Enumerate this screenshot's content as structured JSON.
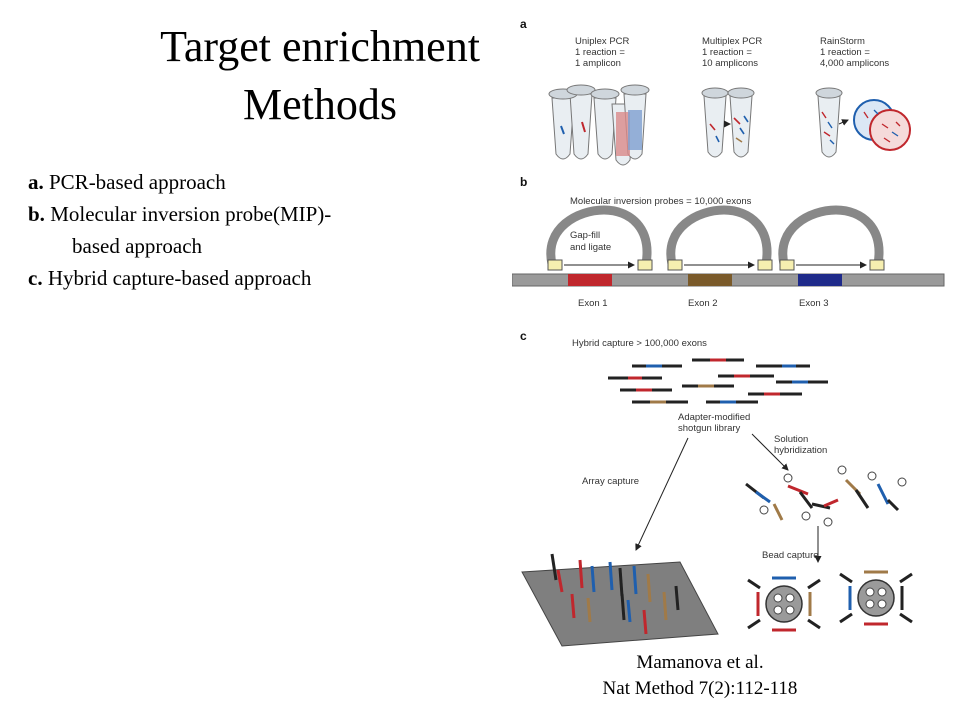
{
  "title": {
    "line1": "Target enrichment",
    "line2": "Methods"
  },
  "methods": [
    {
      "letter": "a.",
      "text": " PCR-based approach"
    },
    {
      "letter": "b.",
      "text": " Molecular inversion probe(MIP)-",
      "cont": "based approach"
    },
    {
      "letter": "c.",
      "text": "  Hybrid capture-based approach"
    }
  ],
  "citation": {
    "line1": "Mamanova et al.",
    "line2": "Nat Method 7(2):112-118"
  },
  "figure": {
    "panel_a": {
      "letter": "a",
      "uniplex": [
        "Uniplex PCR",
        "1 reaction =",
        "1 amplicon"
      ],
      "multiplex": [
        "Multiplex PCR",
        "1 reaction =",
        "10 amplicons"
      ],
      "rainstorm": [
        "RainStorm",
        "1 reaction =",
        "4,000 amplicons"
      ]
    },
    "panel_b": {
      "letter": "b",
      "title": "Molecular inversion probes = 10,000 exons",
      "gapfill": [
        "Gap-fill",
        "and ligate"
      ],
      "exons": [
        "Exon 1",
        "Exon 2",
        "Exon 3"
      ]
    },
    "panel_c": {
      "letter": "c",
      "title": "Hybrid capture > 100,000 exons",
      "library": [
        "Adapter-modified",
        "shotgun library"
      ],
      "solution": [
        "Solution",
        "hybridization"
      ],
      "array": "Array capture",
      "bead": "Bead capture"
    },
    "colors": {
      "red": "#c0272d",
      "blue": "#1f5fae",
      "tan": "#a07a48",
      "brown": "#7a5a2a",
      "navy": "#1e2a8a"
    }
  }
}
